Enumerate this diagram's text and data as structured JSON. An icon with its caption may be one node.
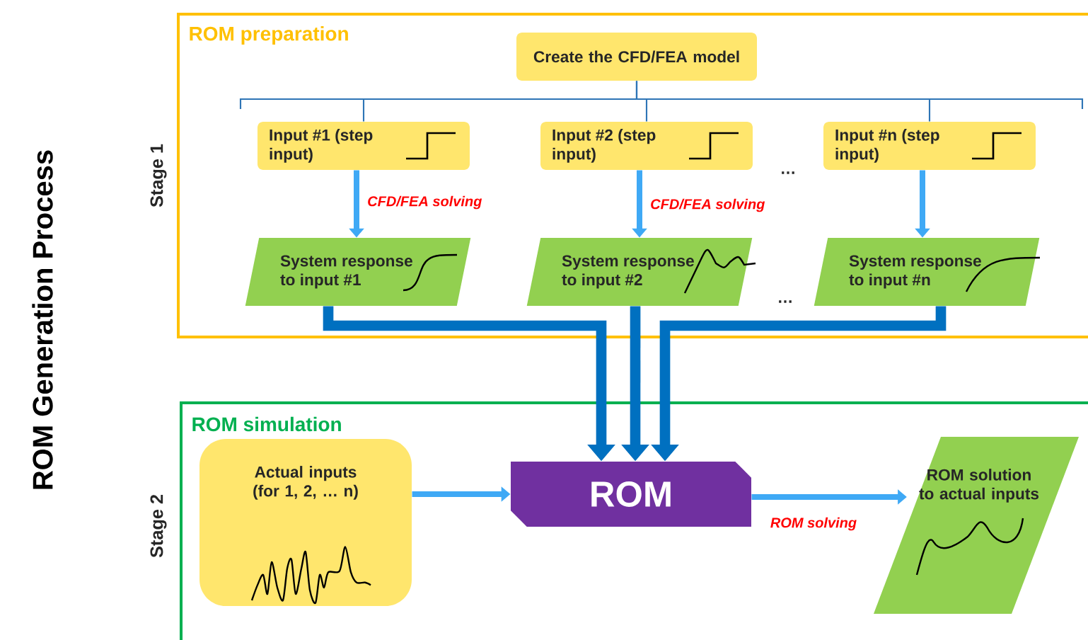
{
  "diagram": {
    "title": "ROM Generation Process",
    "nodes": [
      {
        "text": [
          "ROM preparation"
        ],
        "beside": [
          "Stage 1"
        ]
      },
      {
        "text": [
          "Create the CFD/FEA model"
        ],
        "in": 0
      },
      {
        "text": [
          "Input #1 (step input)"
        ],
        "in": 0
      },
      {
        "text": [
          "Input #2 (step input)"
        ],
        "in": 0
      },
      {
        "text": [
          "Input #n (step input)"
        ],
        "in": 0
      },
      {
        "text": [
          "System response to input #1"
        ],
        "in": 0
      },
      {
        "text": [
          "System response to input #2"
        ],
        "in": 0
      },
      {
        "text": [
          "System response to input #n"
        ],
        "in": 0
      },
      {
        "text": [
          "ROM simulation"
        ],
        "beside": [
          "Stage 2"
        ]
      },
      {
        "text": [
          "Actual inputs (for 1, 2, … n)"
        ],
        "in": 8
      },
      {
        "text": [
          "ROM"
        ],
        "in": 8
      },
      {
        "text": [
          "ROM solution to actual inputs"
        ],
        "in": 8
      }
    ],
    "edges": [
      {
        "from": 1,
        "to": 2,
        "arrow": "none",
        "color": "#2e75b6"
      },
      {
        "from": 1,
        "to": 3,
        "arrow": "none",
        "color": "#2e75b6"
      },
      {
        "from": 1,
        "to": 4,
        "arrow": "none",
        "color": "#2e75b6"
      },
      {
        "from": 2,
        "to": 5,
        "arrow": "to",
        "label": "CFD/FEA solving"
      },
      {
        "from": 3,
        "to": 6,
        "arrow": "to",
        "label": "CFD/FEA solving"
      },
      {
        "from": 4,
        "to": 7,
        "arrow": "to"
      },
      {
        "from": 5,
        "to": 10,
        "arrow": "to",
        "style": "thick",
        "color": "#0070c0"
      },
      {
        "from": 6,
        "to": 10,
        "arrow": "to",
        "style": "thick",
        "color": "#0070c0"
      },
      {
        "from": 7,
        "to": 10,
        "arrow": "to",
        "style": "thick",
        "color": "#0070c0"
      },
      {
        "from": 9,
        "to": 10,
        "arrow": "to"
      },
      {
        "from": 10,
        "to": 11,
        "arrow": "to",
        "label": "ROM solving"
      }
    ],
    "labels": [
      "…",
      "…"
    ]
  }
}
